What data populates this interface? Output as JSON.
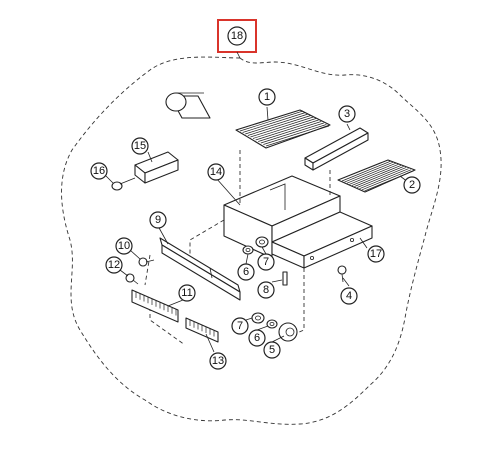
{
  "diagram": {
    "highlight_color": "#d9342b",
    "kit_callout": "18",
    "callouts": [
      {
        "id": "1",
        "label": "1"
      },
      {
        "id": "2",
        "label": "2"
      },
      {
        "id": "3",
        "label": "3"
      },
      {
        "id": "4",
        "label": "4"
      },
      {
        "id": "5",
        "label": "5"
      },
      {
        "id": "6a",
        "label": "6"
      },
      {
        "id": "6b",
        "label": "6"
      },
      {
        "id": "7a",
        "label": "7"
      },
      {
        "id": "7b",
        "label": "7"
      },
      {
        "id": "8",
        "label": "8"
      },
      {
        "id": "9",
        "label": "9"
      },
      {
        "id": "10",
        "label": "10"
      },
      {
        "id": "11",
        "label": "11"
      },
      {
        "id": "12",
        "label": "12"
      },
      {
        "id": "13",
        "label": "13"
      },
      {
        "id": "14",
        "label": "14"
      },
      {
        "id": "15",
        "label": "15"
      },
      {
        "id": "16",
        "label": "16"
      },
      {
        "id": "17",
        "label": "17"
      }
    ]
  }
}
